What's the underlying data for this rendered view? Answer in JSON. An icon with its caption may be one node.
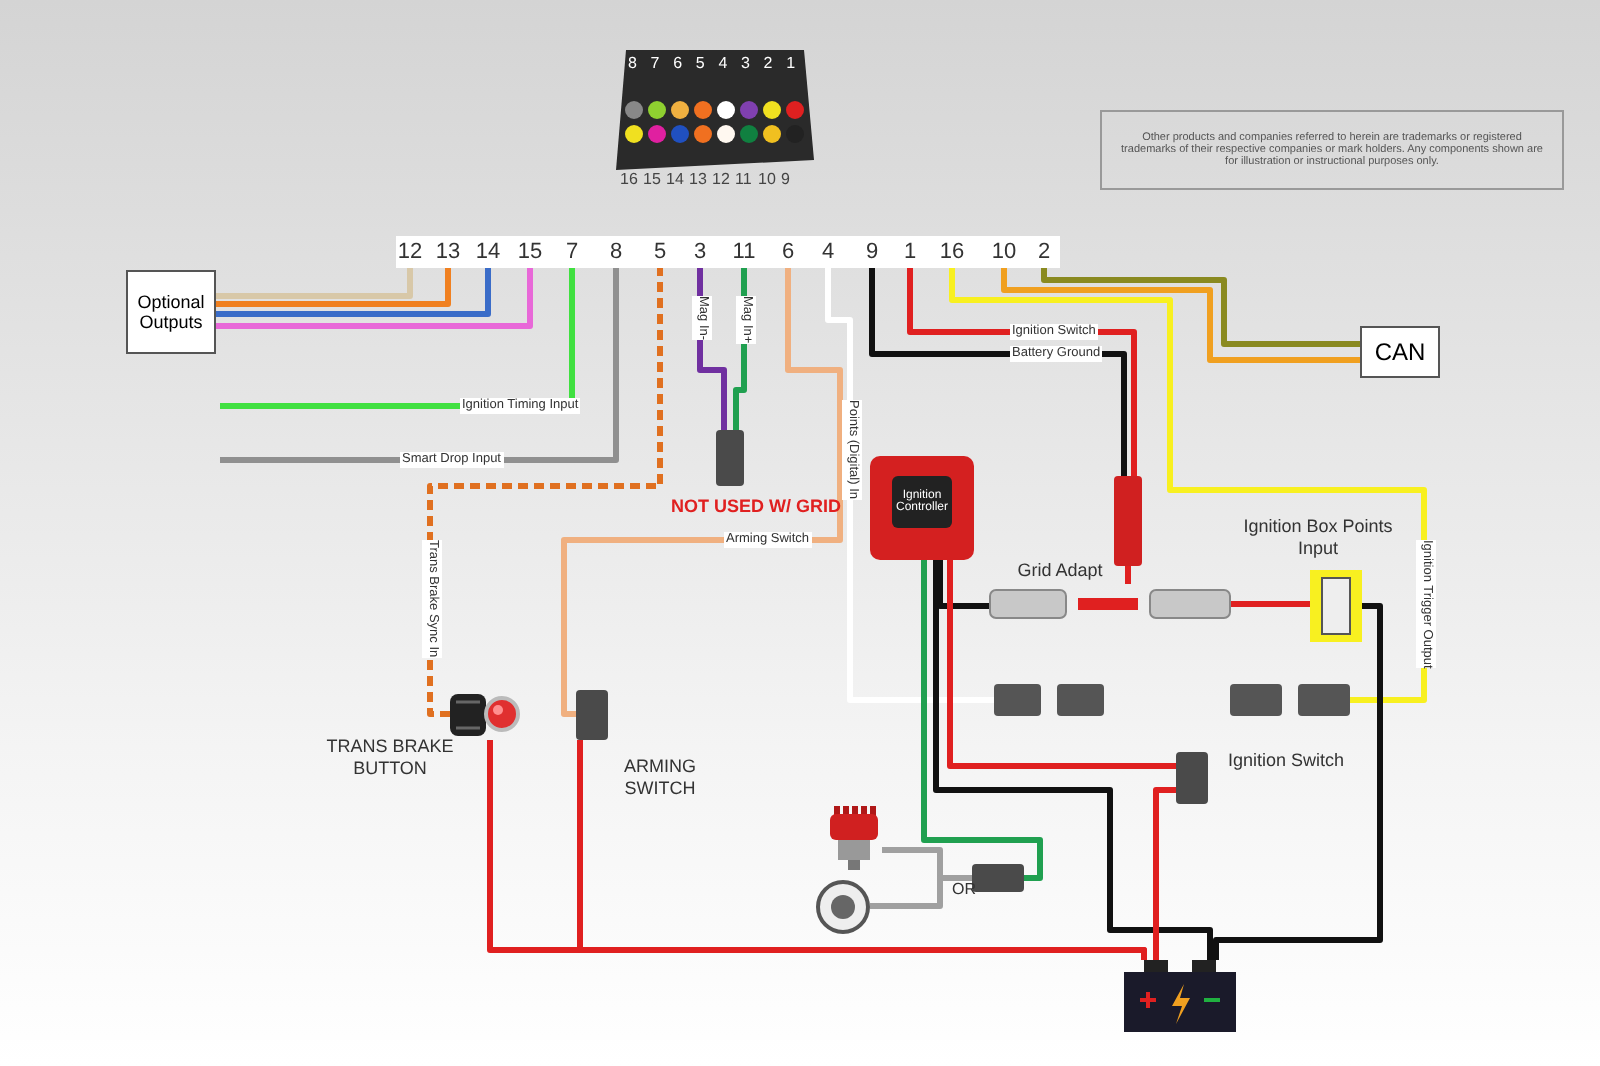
{
  "diagram": {
    "nodes": [
      {
        "text": [],
        "shape": "picture"
      },
      {
        "text": [
          "Other products and companies referred to herein are trademarks or registered trademarks of their respective companies or mark holders. Any components shown are for illustration or instructional purposes only."
        ]
      },
      {
        "text": [
          "Optional Outputs"
        ]
      },
      {
        "text": [
          "12"
        ]
      },
      {
        "text": [
          "13"
        ]
      },
      {
        "text": [
          "14"
        ]
      },
      {
        "text": [
          "15"
        ]
      },
      {
        "text": [
          "7"
        ]
      },
      {
        "text": [
          "8"
        ]
      },
      {
        "text": [
          "5"
        ]
      },
      {
        "text": [
          "3"
        ]
      },
      {
        "text": [
          "11"
        ]
      },
      {
        "text": [
          "6"
        ]
      },
      {
        "text": [
          "4"
        ]
      },
      {
        "text": [
          "9"
        ]
      },
      {
        "text": [
          "1"
        ]
      },
      {
        "text": [
          "16"
        ]
      },
      {
        "text": [
          "10"
        ]
      },
      {
        "text": [
          "2"
        ]
      },
      {
        "text": [
          "CAN"
        ]
      },
      {
        "text": [],
        "shape": "box",
        "beside": [
          "NOT USED W/ GRID"
        ]
      },
      {
        "text": [
          "Ignition Controller"
        ]
      },
      {
        "text": [],
        "shape": "picture",
        "beside": [
          "Grid Adapt"
        ]
      },
      {
        "text": [],
        "shape": "box"
      },
      {
        "text": [],
        "shape": "picture",
        "beside": [
          "Ignition Box Points Input"
        ]
      },
      {
        "text": [],
        "shape": "picture",
        "beside": [
          "TRANS BRAKE BUTTON"
        ]
      },
      {
        "text": [],
        "shape": "box",
        "beside": [
          "ARMING SWITCH"
        ]
      },
      {
        "text": [],
        "shape": "box",
        "beside": [
          "Ignition Switch"
        ]
      },
      {
        "text": [],
        "shape": "picture"
      },
      {
        "text": [],
        "shape": "picture"
      },
      {
        "text": [],
        "shape": "picture"
      },
      {
        "text": [],
        "shape": "picture"
      },
      {
        "text": [],
        "shape": "picture"
      },
      {
        "text": [],
        "shape": "box"
      }
    ],
    "edges": [
      {
        "from": 3,
        "to": 2,
        "arrow": "none",
        "color": "#d8c8a8"
      },
      {
        "from": 4,
        "to": 2,
        "arrow": "none",
        "color": "#f08020"
      },
      {
        "from": 5,
        "to": 2,
        "arrow": "none",
        "color": "#3a6cc8"
      },
      {
        "from": 6,
        "to": 2,
        "arrow": "none",
        "color": "#e868d8"
      },
      {
        "from": 7,
        "to": null,
        "arrow": "none",
        "label": "Ignition Timing Input",
        "color": "#40e040"
      },
      {
        "from": 8,
        "to": null,
        "arrow": "none",
        "label": "Smart Drop Input",
        "color": "#909090"
      },
      {
        "from": 9,
        "to": 25,
        "arrow": "none",
        "label": "Trans Brake Sync In",
        "style": "dashed",
        "color": "#e07020"
      },
      {
        "from": 10,
        "to": 20,
        "arrow": "none",
        "label": "Mag In-",
        "color": "#7030a0"
      },
      {
        "from": 11,
        "to": 20,
        "arrow": "none",
        "label": "Mag In+",
        "color": "#20a050"
      },
      {
        "from": 12,
        "to": 26,
        "arrow": "none",
        "label": "Arming Switch",
        "color": "#f0b080"
      },
      {
        "from": 13,
        "to": 31,
        "arrow": "none",
        "label": "Points (Digital) In",
        "color": "#ffffff"
      },
      {
        "from": 14,
        "to": 23,
        "arrow": "none",
        "label": "Battery Ground",
        "color": "#111111"
      },
      {
        "from": 15,
        "to": 23,
        "arrow": "none",
        "label": "Ignition Switch",
        "color": "#e02020"
      },
      {
        "from": 16,
        "to": 32,
        "arrow": "none",
        "label": "Ignition Trigger Output",
        "color": "#f8f020"
      },
      {
        "from": 17,
        "to": 19,
        "arrow": "none",
        "color": "#f0a020"
      },
      {
        "from": 18,
        "to": 19,
        "arrow": "none",
        "color": "#8a8a20"
      },
      {
        "from": 23,
        "to": 22,
        "arrow": "none",
        "color": "#e02020"
      },
      {
        "from": 21,
        "to": 22,
        "arrow": "none",
        "color": "#111111"
      },
      {
        "from": 22,
        "to": 24,
        "arrow": "none",
        "color": "#e02020"
      },
      {
        "from": 21,
        "to": 33,
        "arrow": "none",
        "color": "#20a050"
      },
      {
        "from": 33,
        "to": 29,
        "arrow": "none",
        "color": "#a0a0a0"
      },
      {
        "from": 33,
        "to": 30,
        "arrow": "none",
        "color": "#a0a0a0"
      },
      {
        "from": 21,
        "to": 27,
        "arrow": "none",
        "color": "#e02020"
      },
      {
        "from": 21,
        "to": 28,
        "arrow": "none",
        "color": "#111111"
      },
      {
        "from": 25,
        "to": 28,
        "arrow": "none",
        "color": "#e02020"
      },
      {
        "from": 26,
        "to": 28,
        "arrow": "none",
        "color": "#e02020"
      },
      {
        "from": 27,
        "to": 28,
        "arrow": "none",
        "color": "#e02020"
      },
      {
        "from": 24,
        "to": 28,
        "arrow": "none",
        "color": "#111111"
      }
    ],
    "labels": [
      "8",
      "7",
      "6",
      "5",
      "4",
      "3",
      "2",
      "1",
      "16",
      "15",
      "14",
      "13",
      "12",
      "11",
      "10",
      "9",
      "OR"
    ]
  }
}
